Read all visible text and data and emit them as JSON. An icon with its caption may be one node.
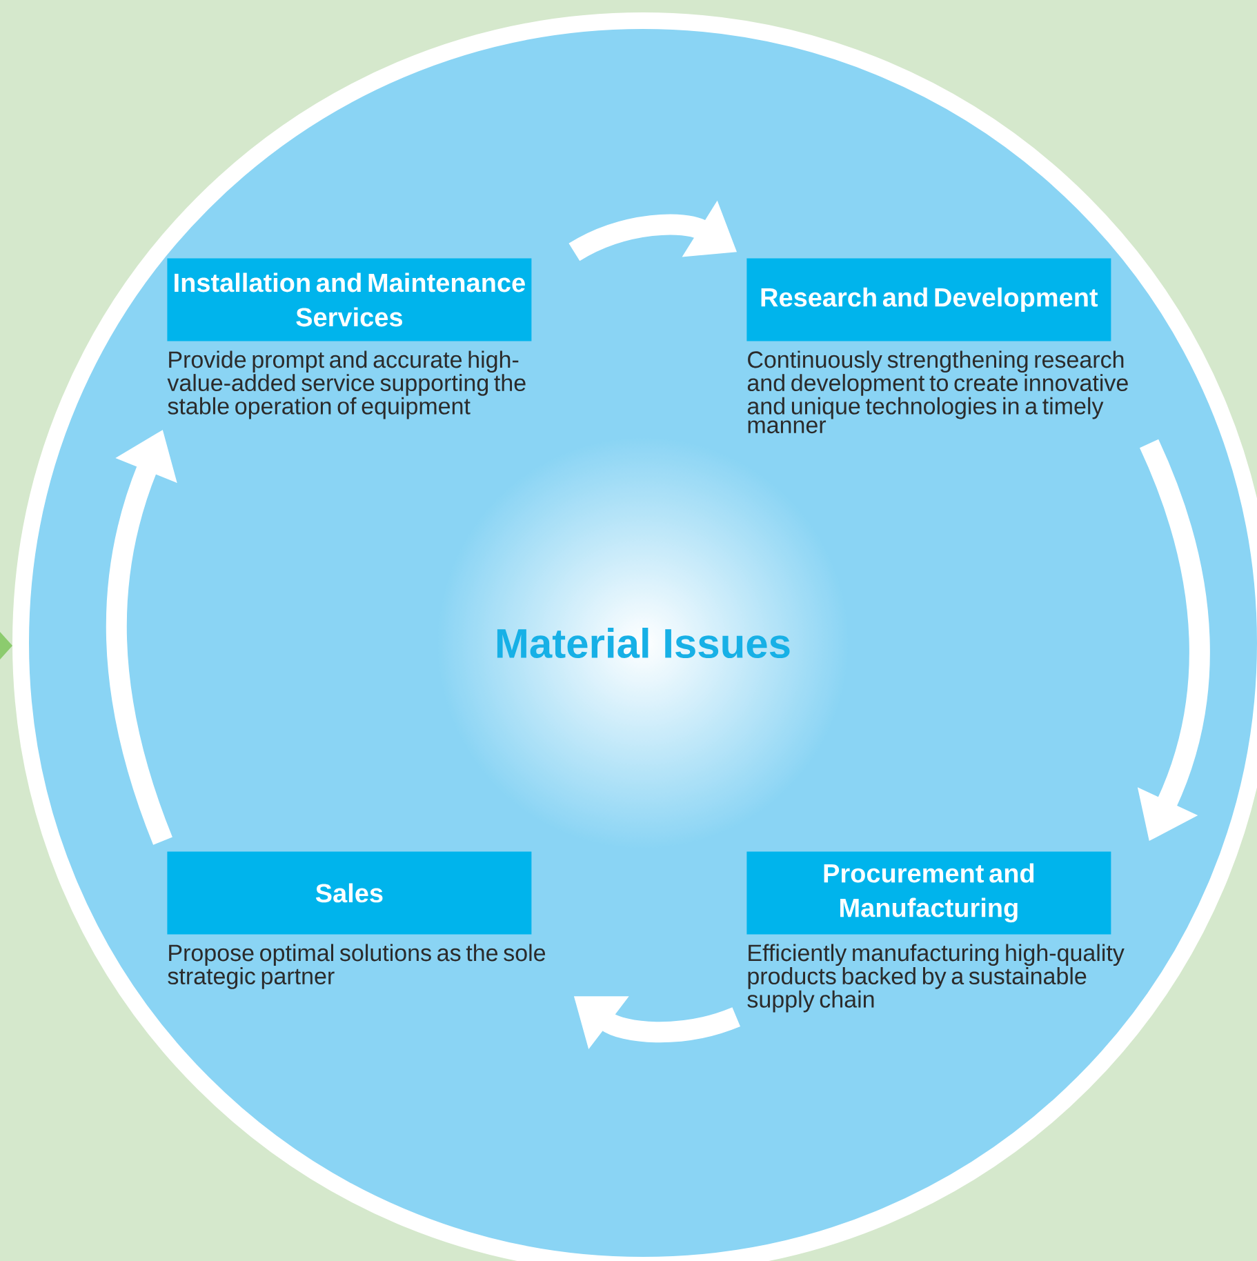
{
  "diagram": {
    "nodes": [
      {
        "text": [
          "Installation and Maintenance Services",
          "Provide prompt and accurate high-value-added service supporting the stable operation of equipment"
        ]
      },
      {
        "text": [
          "Research and Development",
          "Continuously strengthening research and development to create innovative and unique technologies in a timely manner"
        ]
      },
      {
        "text": [
          "Procurement and Manufacturing",
          "Efficiently manufacturing high-quality products backed by a sustainable supply chain"
        ]
      },
      {
        "text": [
          "Sales",
          "Propose optimal solutions as the sole strategic partner"
        ]
      },
      {
        "text": [
          "Material Issues"
        ]
      }
    ],
    "edges": [
      {
        "from": 0,
        "to": 1,
        "arrow": "to"
      },
      {
        "from": 1,
        "to": 2,
        "arrow": "to"
      },
      {
        "from": 2,
        "to": 3,
        "arrow": "to"
      },
      {
        "from": 3,
        "to": 0,
        "arrow": "to"
      }
    ]
  }
}
